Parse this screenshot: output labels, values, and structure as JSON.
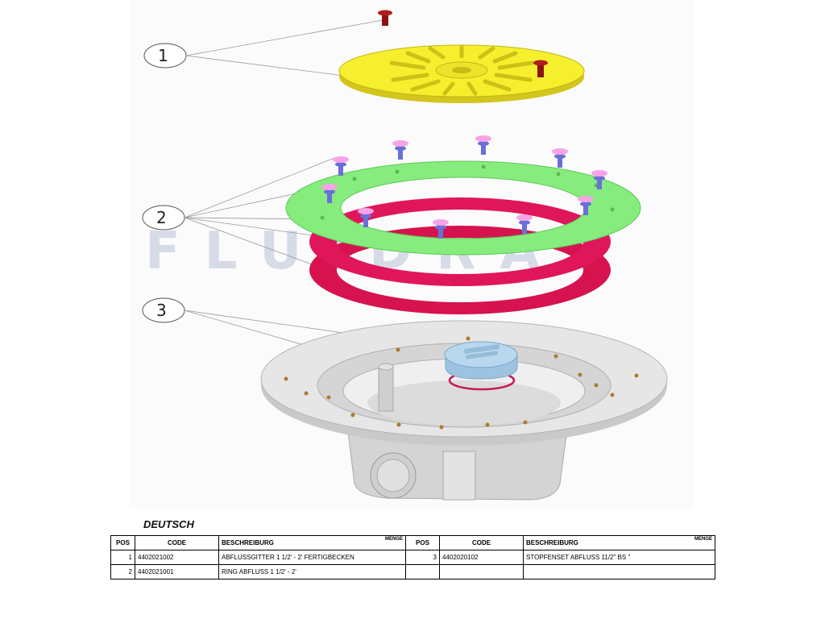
{
  "diagram": {
    "watermark": "FLUIDRA",
    "callouts": [
      "1",
      "2",
      "3"
    ],
    "colors": {
      "grate": "#f5ef2e",
      "flange": "#86ec7e",
      "gasket": "#d6134f",
      "body": "#dcdcdc",
      "plug": "#b8d8ee",
      "screw_head": "#f7a3e6",
      "screw": "#6b6fd8",
      "grate_screw": "#b01d1d"
    }
  },
  "section_title": "DEUTSCH",
  "table": {
    "headers": {
      "pos": "POS",
      "code": "CODE",
      "description": "BESCHREIBURG",
      "qty": "MENGE"
    },
    "left_rows": [
      {
        "pos": "1",
        "code": "4402021002",
        "description": "ABFLUSSGITTER 1 1/2' - 2' FERTIGBECKEN"
      },
      {
        "pos": "2",
        "code": "4402021001",
        "description": "RING ABFLUSS 1 1/2' - 2'"
      }
    ],
    "right_rows": [
      {
        "pos": "3",
        "code": "4402020102",
        "description": "STOPFENSET ABFLUSS 11/2\" BS \""
      },
      {
        "pos": "",
        "code": "",
        "description": ""
      }
    ]
  }
}
